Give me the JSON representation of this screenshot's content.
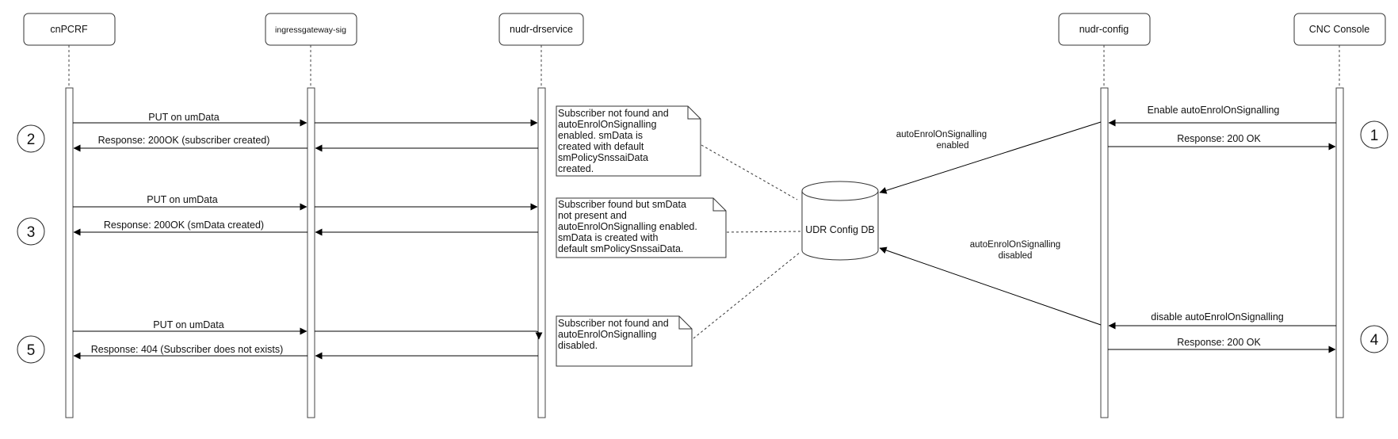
{
  "participants": [
    {
      "id": "cnpcrf",
      "label": "cnPCRF"
    },
    {
      "id": "ingress",
      "label": "ingressgateway-sig"
    },
    {
      "id": "drservice",
      "label": "nudr-drservice"
    },
    {
      "id": "config",
      "label": "nudr-config"
    },
    {
      "id": "cnc",
      "label": "CNC Console"
    }
  ],
  "database": {
    "label": "UDR Config DB"
  },
  "db_edges": {
    "enabled": [
      "autoEnrolOnSignalling",
      "enabled"
    ],
    "disabled": [
      "autoEnrolOnSignalling",
      "disabled"
    ]
  },
  "steps": {
    "s1": "1",
    "s2": "2",
    "s3": "3",
    "s4": "4",
    "s5": "5"
  },
  "messages": {
    "m1_put": "PUT on umData",
    "m1_resp": "Response: 200OK (subscriber created)",
    "m2_put": "PUT on umData",
    "m2_resp": "Response: 200OK (smData created)",
    "m3_put": "PUT on umData",
    "m3_resp": "Response: 404 (Subscriber does not exists)",
    "cfg_enable": "Enable autoEnrolOnSignalling",
    "cfg_enable_resp": "Response: 200 OK",
    "cfg_disable": "disable autoEnrolOnSignalling",
    "cfg_disable_resp": "Response: 200 OK"
  },
  "notes": {
    "n1": [
      "Subscriber not found and",
      "autoEnrolOnSignalling",
      "enabled. smData is",
      "created with default",
      "smPolicySnssaiData",
      "created."
    ],
    "n2": [
      "Subscriber found but smData",
      "not present and",
      "autoEnrolOnSignalling enabled.",
      "smData is created with",
      "default smPolicySnssaiData."
    ],
    "n3": [
      "Subscriber not found and",
      "autoEnrolOnSignalling",
      "disabled."
    ]
  }
}
